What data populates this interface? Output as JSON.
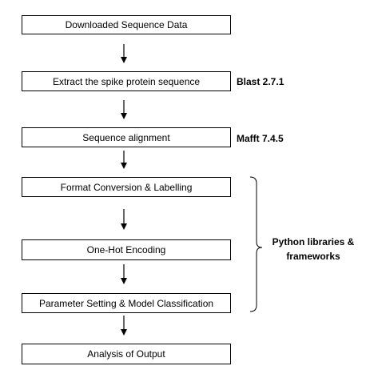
{
  "steps": [
    "Downloaded Sequence Data",
    "Extract the spike protein sequence",
    "Sequence alignment",
    "Format Conversion & Labelling",
    "One-Hot Encoding",
    "Parameter Setting & Model Classification",
    "Analysis of Output"
  ],
  "tools": {
    "blast": "Blast 2.7.1",
    "mafft": "Mafft 7.4.5"
  },
  "group_label": {
    "line1": "Python libraries &",
    "line2": "frameworks"
  }
}
